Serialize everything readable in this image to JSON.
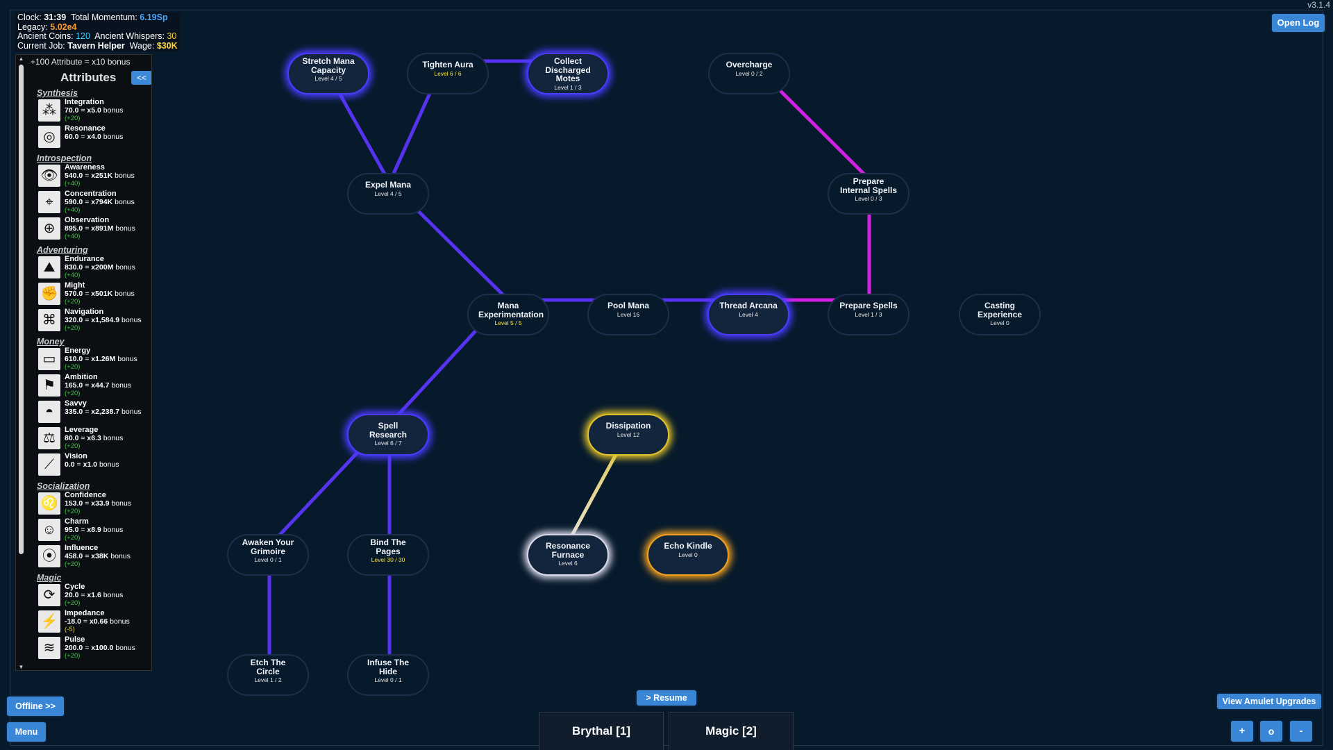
{
  "version": "v3.1.4",
  "stats": {
    "clock_label": "Clock:",
    "clock_value": "31:39",
    "momentum_label": "Total Momentum:",
    "momentum_value": "6.19Sp",
    "legacy_label": "Legacy:",
    "legacy_value": "5.02e4",
    "coins_label": "Ancient Coins:",
    "coins_value": "120",
    "whispers_label": "Ancient Whispers:",
    "whispers_value": "30",
    "job_label": "Current Job:",
    "job_value": "Tavern Helper",
    "wage_label": "Wage:",
    "wage_value": "$30K"
  },
  "attributes_panel": {
    "hint": "+100 Attribute = x10 bonus",
    "title": "Attributes",
    "collapse_label": "<<",
    "categories": [
      {
        "name": "Synthesis",
        "items": [
          {
            "name": "Integration",
            "value": "70.0",
            "mult": "x5.0",
            "suffix": "bonus",
            "delta": "(+20)",
            "icon": "molecule-icon",
            "glyph": "⁂"
          },
          {
            "name": "Resonance",
            "value": "60.0",
            "mult": "x4.0",
            "suffix": "bonus",
            "delta": "",
            "icon": "ripple-icon",
            "glyph": "◎"
          }
        ]
      },
      {
        "name": "Introspection",
        "items": [
          {
            "name": "Awareness",
            "value": "540.0",
            "mult": "x251K",
            "suffix": "bonus",
            "delta": "(+40)",
            "icon": "eye-icon",
            "glyph": "👁"
          },
          {
            "name": "Concentration",
            "value": "590.0",
            "mult": "x794K",
            "suffix": "bonus",
            "delta": "(+40)",
            "icon": "focus-icon",
            "glyph": "⌖"
          },
          {
            "name": "Observation",
            "value": "895.0",
            "mult": "x891M",
            "suffix": "bonus",
            "delta": "(+40)",
            "icon": "target-icon",
            "glyph": "⊕"
          }
        ]
      },
      {
        "name": "Adventuring",
        "items": [
          {
            "name": "Endurance",
            "value": "830.0",
            "mult": "x200M",
            "suffix": "bonus",
            "delta": "(+40)",
            "icon": "hiker-icon",
            "glyph": "⛰"
          },
          {
            "name": "Might",
            "value": "570.0",
            "mult": "x501K",
            "suffix": "bonus",
            "delta": "(+20)",
            "icon": "fist-icon",
            "glyph": "✊"
          },
          {
            "name": "Navigation",
            "value": "320.0",
            "mult": "x1,584.9",
            "suffix": "bonus",
            "delta": "(+20)",
            "icon": "map-icon",
            "glyph": "⌘"
          }
        ]
      },
      {
        "name": "Money",
        "items": [
          {
            "name": "Energy",
            "value": "610.0",
            "mult": "x1.26M",
            "suffix": "bonus",
            "delta": "(+20)",
            "icon": "battery-icon",
            "glyph": "▭"
          },
          {
            "name": "Ambition",
            "value": "165.0",
            "mult": "x44.7",
            "suffix": "bonus",
            "delta": "(+20)",
            "icon": "flag-climb-icon",
            "glyph": "⚑"
          },
          {
            "name": "Savvy",
            "value": "335.0",
            "mult": "x2,238.7",
            "suffix": "bonus",
            "delta": "",
            "icon": "sunglasses-icon",
            "glyph": "◓"
          },
          {
            "name": "Leverage",
            "value": "80.0",
            "mult": "x6.3",
            "suffix": "bonus",
            "delta": "(+20)",
            "icon": "scales-icon",
            "glyph": "⚖"
          },
          {
            "name": "Vision",
            "value": "0.0",
            "mult": "x1.0",
            "suffix": "bonus",
            "delta": "",
            "icon": "road-icon",
            "glyph": "⟋"
          }
        ]
      },
      {
        "name": "Socialization",
        "items": [
          {
            "name": "Confidence",
            "value": "153.0",
            "mult": "x33.9",
            "suffix": "bonus",
            "delta": "(+20)",
            "icon": "lion-icon",
            "glyph": "♌"
          },
          {
            "name": "Charm",
            "value": "95.0",
            "mult": "x8.9",
            "suffix": "bonus",
            "delta": "(+20)",
            "icon": "smile-icon",
            "glyph": "☺"
          },
          {
            "name": "Influence",
            "value": "458.0",
            "mult": "x38K",
            "suffix": "bonus",
            "delta": "(+20)",
            "icon": "broadcast-icon",
            "glyph": "⦿"
          }
        ]
      },
      {
        "name": "Magic",
        "items": [
          {
            "name": "Cycle",
            "value": "20.0",
            "mult": "x1.6",
            "suffix": "bonus",
            "delta": "(+20)",
            "icon": "cycle-icon",
            "glyph": "⟳"
          },
          {
            "name": "Impedance",
            "value": "-18.0",
            "mult": "x0.66",
            "suffix": "bonus",
            "delta": "(-5)",
            "icon": "barrier-icon",
            "glyph": "⚡"
          },
          {
            "name": "Pulse",
            "value": "200.0",
            "mult": "x100.0",
            "suffix": "bonus",
            "delta": "(+20)",
            "icon": "wave-icon",
            "glyph": "≋"
          }
        ]
      }
    ]
  },
  "skill_tree": {
    "nodes": [
      {
        "id": "stretch",
        "name": "Stretch Mana Capacity",
        "level": "Level 4 / 5",
        "max": false,
        "style": "active glow-blue"
      },
      {
        "id": "tighten",
        "name": "Tighten Aura",
        "level": "Level 6 / 6",
        "max": true,
        "style": ""
      },
      {
        "id": "collect",
        "name": "Collect Discharged Motes",
        "level": "Level 1 / 3",
        "max": false,
        "style": "active glow-blue"
      },
      {
        "id": "overcharge",
        "name": "Overcharge",
        "level": "Level 0 / 2",
        "max": false,
        "style": ""
      },
      {
        "id": "expel",
        "name": "Expel Mana",
        "level": "Level 4 / 5",
        "max": false,
        "style": ""
      },
      {
        "id": "prep_internal",
        "name": "Prepare Internal Spells",
        "level": "Level 0 / 3",
        "max": false,
        "style": ""
      },
      {
        "id": "mana_exp",
        "name": "Mana Experimentation",
        "level": "Level 5 / 5",
        "max": true,
        "style": ""
      },
      {
        "id": "pool",
        "name": "Pool Mana",
        "level": "Level 16",
        "max": false,
        "style": ""
      },
      {
        "id": "thread",
        "name": "Thread Arcana",
        "level": "Level 4",
        "max": false,
        "style": "active glow-blue"
      },
      {
        "id": "prep_spells",
        "name": "Prepare Spells",
        "level": "Level 1 / 3",
        "max": false,
        "style": ""
      },
      {
        "id": "casting",
        "name": "Casting Experience",
        "level": "Level 0",
        "max": false,
        "style": ""
      },
      {
        "id": "spell_research",
        "name": "Spell Research",
        "level": "Level 6 / 7",
        "max": false,
        "style": "active glow-blue"
      },
      {
        "id": "dissipation",
        "name": "Dissipation",
        "level": "Level 12",
        "max": false,
        "style": "active glow-yellow"
      },
      {
        "id": "awaken",
        "name": "Awaken Your Grimoire",
        "level": "Level 0 / 1",
        "max": false,
        "style": ""
      },
      {
        "id": "bind",
        "name": "Bind The Pages",
        "level": "Level 30 / 30",
        "max": true,
        "style": ""
      },
      {
        "id": "furnace",
        "name": "Resonance Furnace",
        "level": "Level 6",
        "max": false,
        "style": "active glow-white"
      },
      {
        "id": "echo",
        "name": "Echo Kindle",
        "level": "Level 0",
        "max": false,
        "style": "active glow-orange"
      },
      {
        "id": "etch",
        "name": "Etch The Circle",
        "level": "Level 1 / 2",
        "max": false,
        "style": ""
      },
      {
        "id": "infuse",
        "name": "Infuse The Hide",
        "level": "Level 0 / 1",
        "max": false,
        "style": ""
      }
    ]
  },
  "colors": {
    "link_blue": "#5533f0",
    "link_magenta": "#d020e0",
    "link_yellow": "#d8c050",
    "link_orange": "#e8b060"
  },
  "buttons": {
    "open_log": "Open Log",
    "offline": "Offline >>",
    "menu": "Menu",
    "resume": "> Resume",
    "amulet": "View Amulet Upgrades",
    "zoom_in": "+",
    "zoom_reset": "o",
    "zoom_out": "-"
  },
  "tabs": [
    "Brythal [1]",
    "Magic [2]"
  ]
}
